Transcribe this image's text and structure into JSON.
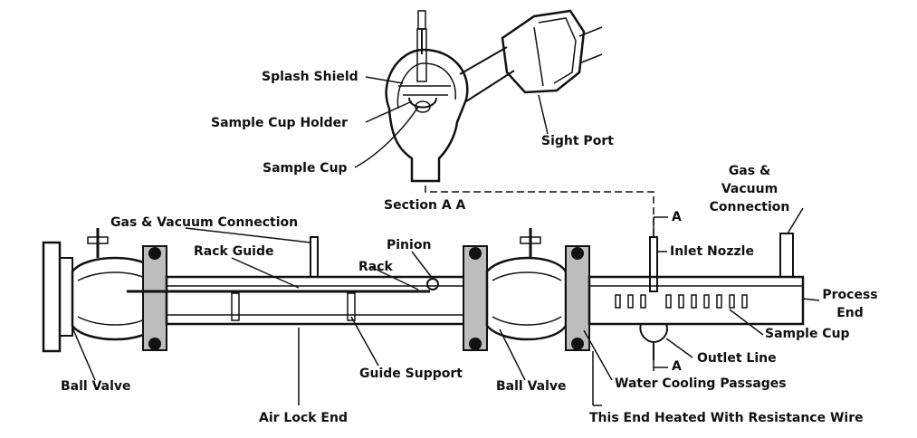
{
  "section": {
    "title": "Section A A",
    "labels": {
      "splash_shield": "Splash Shield",
      "sample_cup_holder": "Sample Cup Holder",
      "sample_cup": "Sample Cup",
      "sight_port": "Sight Port"
    }
  },
  "main": {
    "labels": {
      "gas_vacuum_connection_left": "Gas & Vacuum Connection",
      "rack_guide": "Rack Guide",
      "pinion": "Pinion",
      "rack": "Rack",
      "section_marker_top": "A",
      "section_marker_bottom": "A",
      "inlet_nozzle": "Inlet Nozzle",
      "gas_vacuum_connection_right": "Gas &\nVacuum\nConnection",
      "process_end": "Process\nEnd",
      "sample_cup": "Sample Cup",
      "outlet_line": "Outlet Line",
      "water_cooling_passages": "Water Cooling Passages",
      "ball_valve_left": "Ball Valve",
      "guide_support": "Guide Support",
      "ball_valve_right": "Ball Valve",
      "air_lock_end": "Air Lock End",
      "heated_end": "This End Heated With Resistance Wire"
    }
  },
  "colors": {
    "ink": "#111111",
    "background": "#ffffff",
    "shade": "#bdbdbd"
  }
}
